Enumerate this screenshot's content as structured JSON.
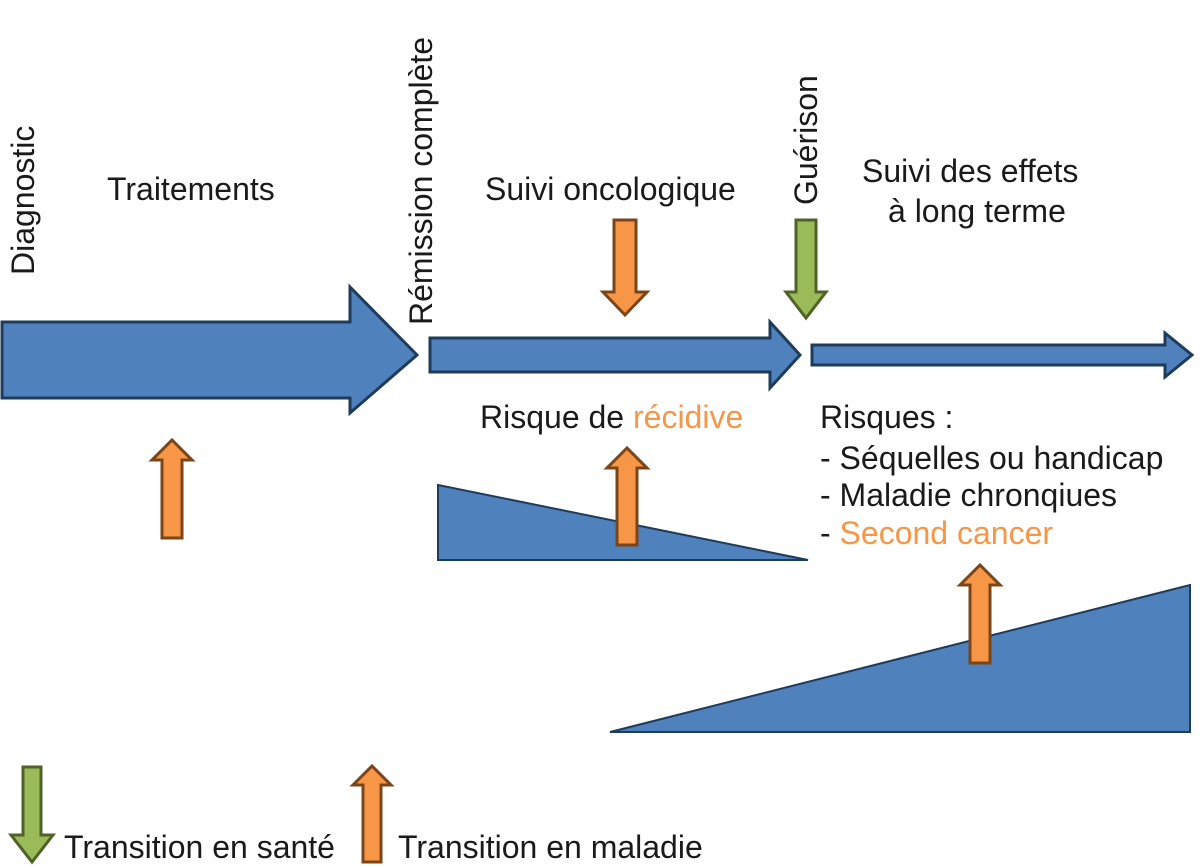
{
  "colors": {
    "blue": "#4f81bd",
    "blue_stroke": "#1f3b5a",
    "orange": "#f79646",
    "orange_stroke": "#7a4518",
    "green": "#9bbb59",
    "green_stroke": "#4f6228",
    "highlight_text": "#f79646"
  },
  "milestones": {
    "diagnostic": "Diagnostic",
    "remission": "Rémission complète",
    "guerison": "Guérison"
  },
  "phases": {
    "traitements": "Traitements",
    "suivi_onco": "Suivi oncologique",
    "suivi_effets_1": "Suivi des effets",
    "suivi_effets_2": "à long terme"
  },
  "recidive": {
    "prefix": "Risque de ",
    "highlight": "récidive"
  },
  "risques": {
    "title": "Risques :",
    "items": [
      "- Séquelles ou handicap",
      "- Maladie chronqiues"
    ],
    "last_prefix": "- ",
    "last_highlight": "Second cancer"
  },
  "legend": {
    "health": "Transition en santé",
    "illness": "Transition en maladie"
  }
}
